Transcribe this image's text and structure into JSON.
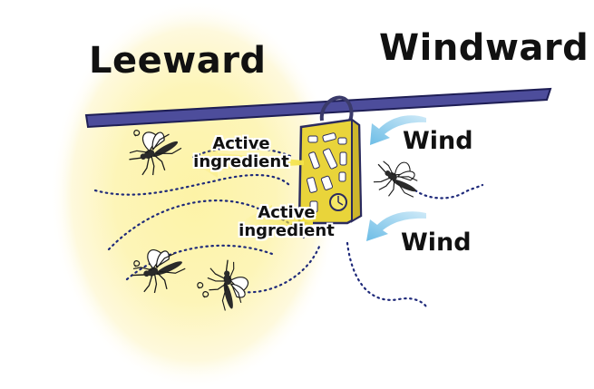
{
  "diagram": {
    "leeward_label": "Leeward",
    "windward_label": "Windward",
    "wind_labels": [
      "Wind",
      "Wind"
    ],
    "active_ingredient_labels": [
      {
        "line1": "Active",
        "line2": "ingredient"
      },
      {
        "line1": "Active",
        "line2": "ingredient"
      }
    ]
  },
  "colors": {
    "glow": "#fdf3a6",
    "bar_fill": "#4d4d9b",
    "bar_outline": "#1e1e55",
    "device_yellow": "#f3e23c",
    "device_outline": "#2b2b5e",
    "wind_arrow": "#7fc6ea",
    "ingredient_arrow": "#f4e34a",
    "path_dots": "#1f2a7a",
    "mosquito": "#1b1b1b"
  }
}
